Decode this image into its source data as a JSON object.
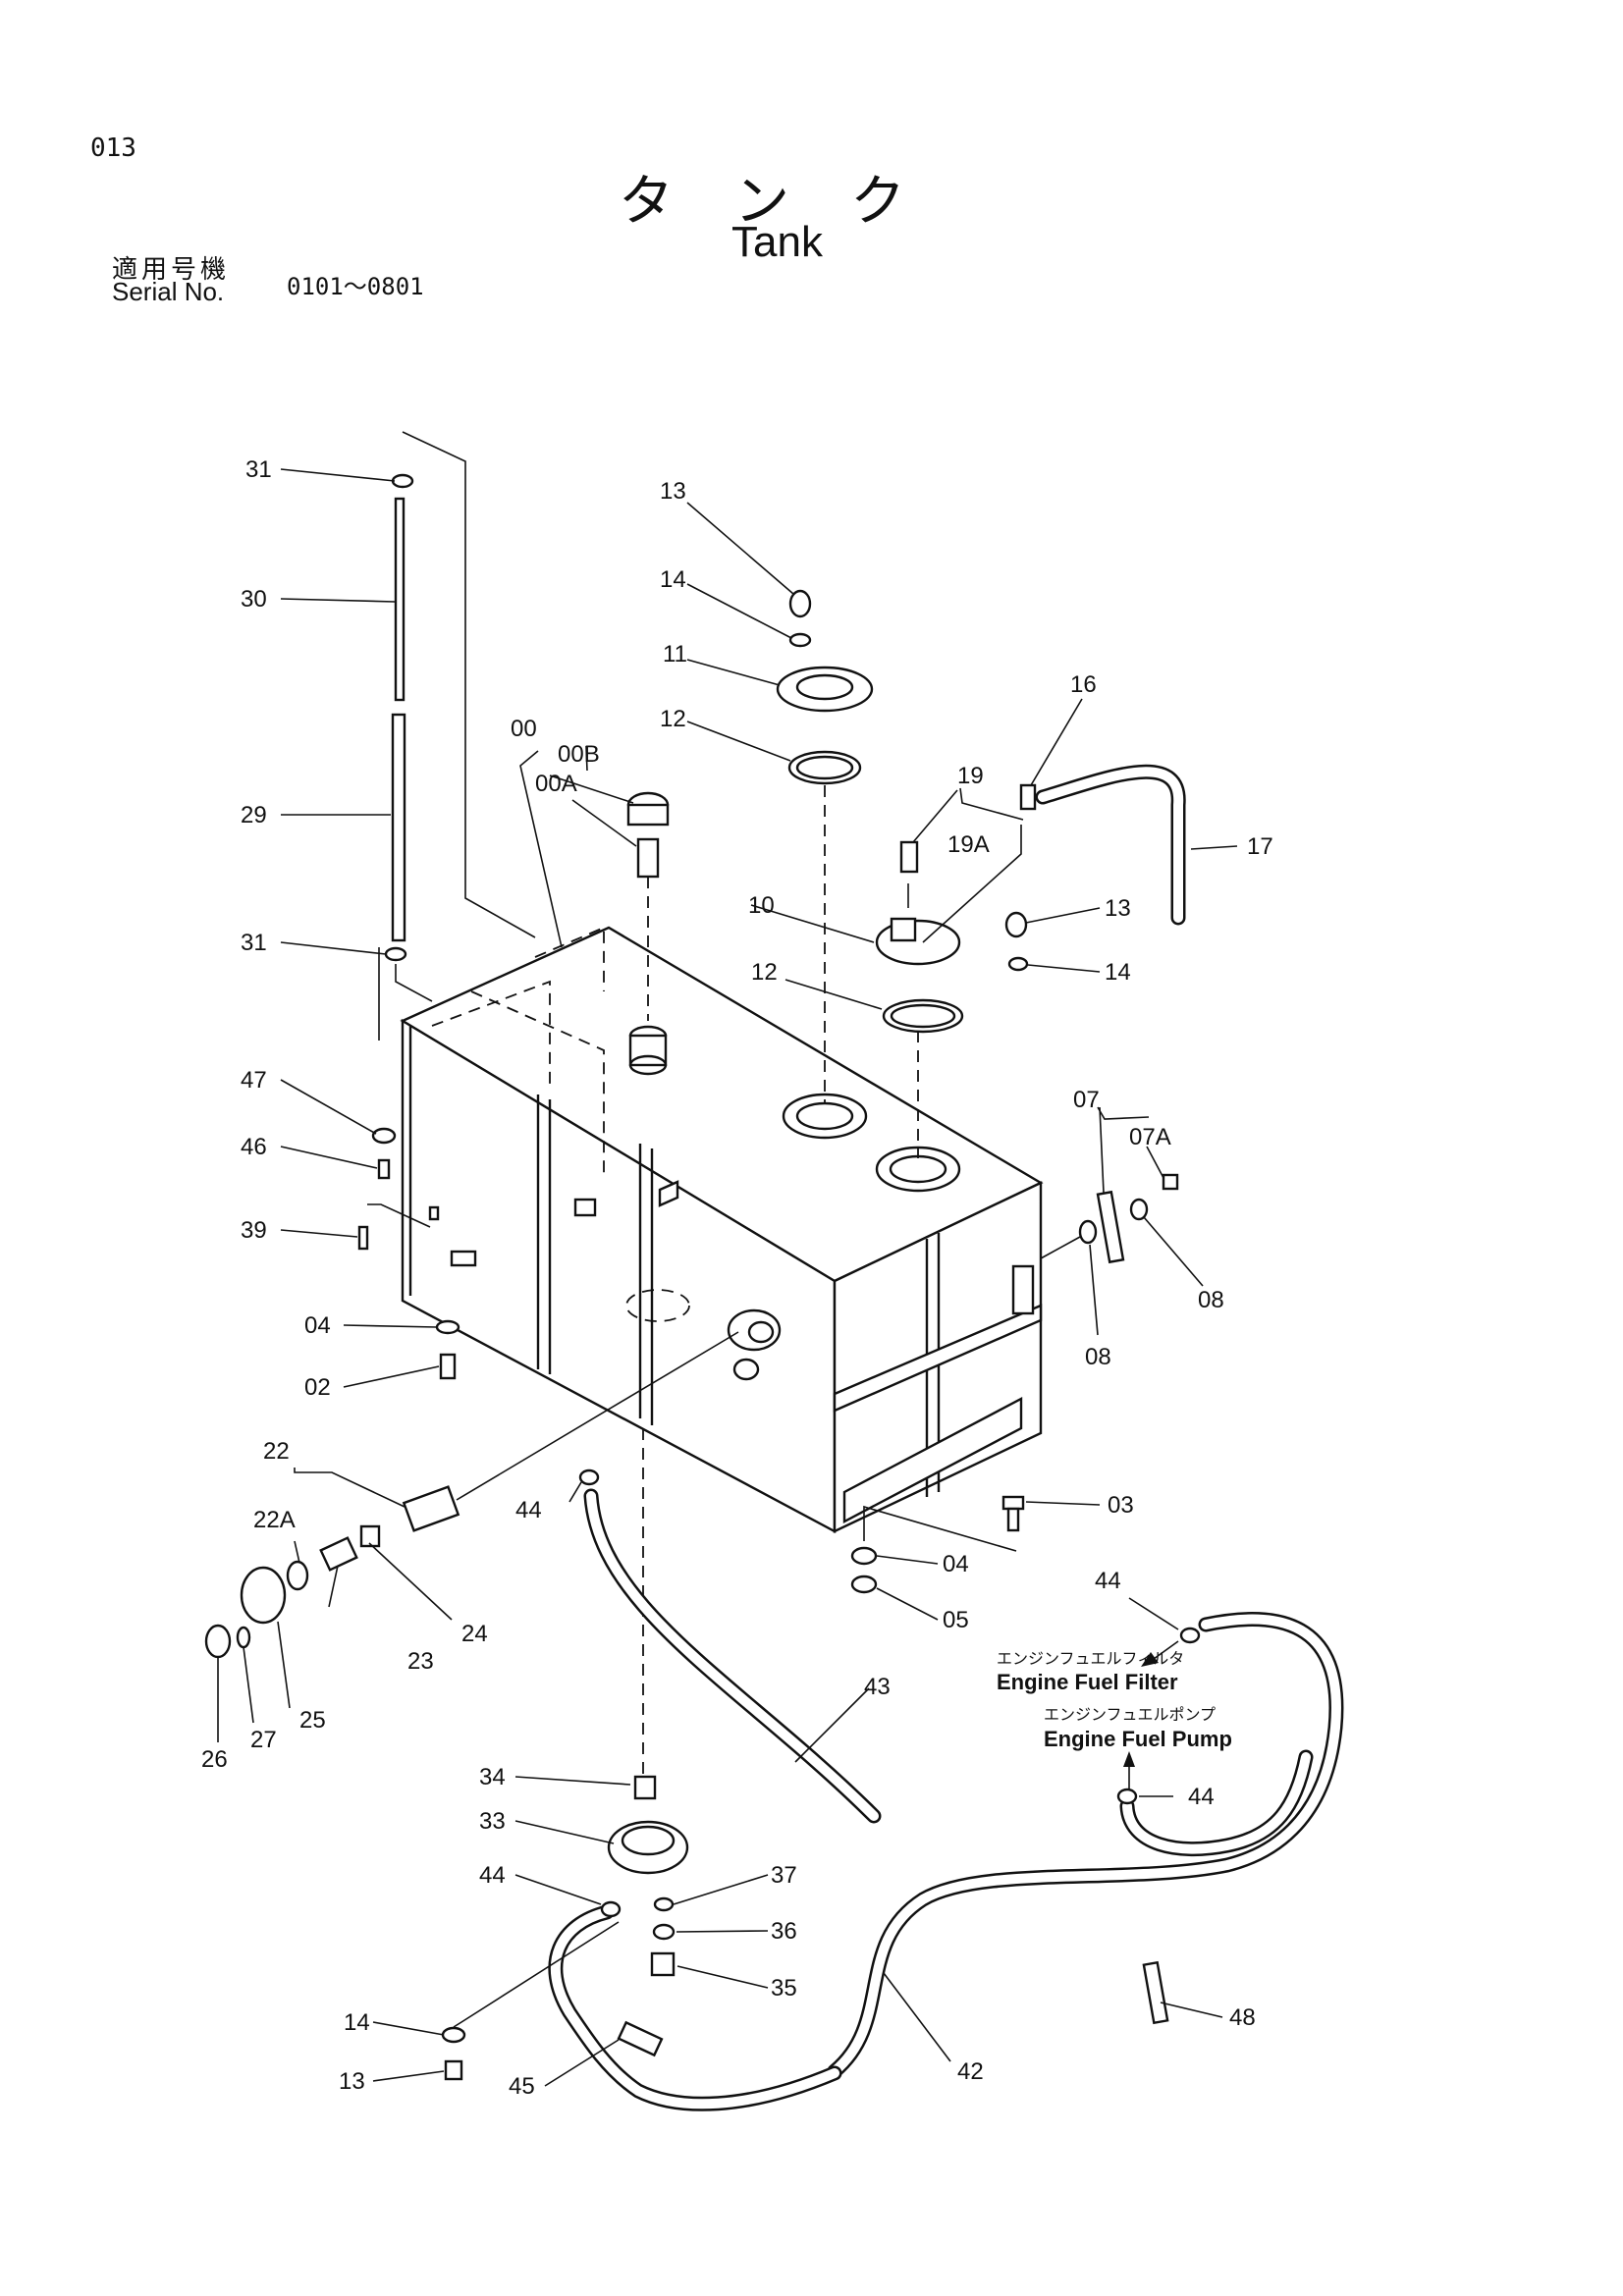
{
  "header": {
    "page_number": "013",
    "title_ja": "タンク",
    "title_en": "Tank",
    "applicable_ja": "適用号機",
    "serial_label": "Serial No.",
    "serial_range": "0101～0801"
  },
  "notes": {
    "fuel_filter_ja": "エンジンフュエルフィルタ",
    "fuel_filter": "Engine Fuel Filter",
    "fuel_pump_ja": "エンジンフュエルポンプ",
    "fuel_pump": "Engine Fuel Pump"
  },
  "callouts": [
    "31",
    "30",
    "29",
    "31",
    "47",
    "46",
    "39",
    "04",
    "02",
    "22",
    "22A",
    "25",
    "26",
    "27",
    "23",
    "24",
    "13",
    "14",
    "11",
    "12",
    "00",
    "00B",
    "00A",
    "16",
    "19",
    "19A",
    "17",
    "10",
    "13",
    "14",
    "12",
    "07",
    "07A",
    "08",
    "08",
    "03",
    "04",
    "05",
    "44",
    "44",
    "43",
    "44",
    "34",
    "33",
    "44",
    "37",
    "36",
    "35",
    "14",
    "13",
    "45",
    "42",
    "48"
  ]
}
